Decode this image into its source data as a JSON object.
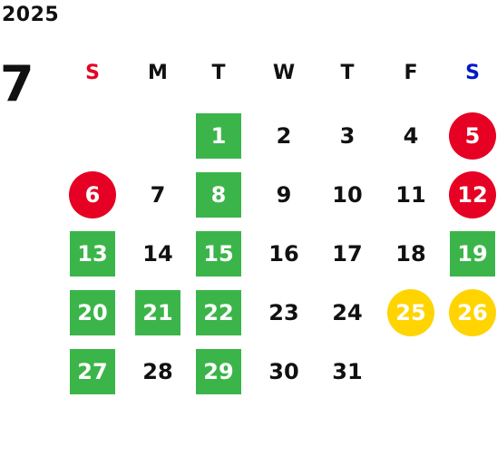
{
  "calendar": {
    "year": "2025",
    "month": "7",
    "weekdays": [
      {
        "label": "S",
        "color": "#e60023"
      },
      {
        "label": "M",
        "color": "#111111"
      },
      {
        "label": "T",
        "color": "#111111"
      },
      {
        "label": "W",
        "color": "#111111"
      },
      {
        "label": "T",
        "color": "#111111"
      },
      {
        "label": "F",
        "color": "#111111"
      },
      {
        "label": "S",
        "color": "#0018c8"
      }
    ],
    "colors": {
      "green": "#3bb54a",
      "red": "#e60023",
      "yellow": "#ffd400",
      "text": "#111111"
    },
    "days": [
      {
        "label": "1",
        "style": "green"
      },
      {
        "label": "2",
        "style": "none"
      },
      {
        "label": "3",
        "style": "none"
      },
      {
        "label": "4",
        "style": "none"
      },
      {
        "label": "5",
        "style": "red"
      },
      {
        "label": "6",
        "style": "red"
      },
      {
        "label": "7",
        "style": "none"
      },
      {
        "label": "8",
        "style": "green"
      },
      {
        "label": "9",
        "style": "none"
      },
      {
        "label": "10",
        "style": "none"
      },
      {
        "label": "11",
        "style": "none"
      },
      {
        "label": "12",
        "style": "red"
      },
      {
        "label": "13",
        "style": "green"
      },
      {
        "label": "14",
        "style": "none"
      },
      {
        "label": "15",
        "style": "green"
      },
      {
        "label": "16",
        "style": "none"
      },
      {
        "label": "17",
        "style": "none"
      },
      {
        "label": "18",
        "style": "none"
      },
      {
        "label": "19",
        "style": "green"
      },
      {
        "label": "20",
        "style": "green"
      },
      {
        "label": "21",
        "style": "green"
      },
      {
        "label": "22",
        "style": "green"
      },
      {
        "label": "23",
        "style": "none"
      },
      {
        "label": "24",
        "style": "none"
      },
      {
        "label": "25",
        "style": "yellow"
      },
      {
        "label": "26",
        "style": "yellow"
      },
      {
        "label": "27",
        "style": "green"
      },
      {
        "label": "28",
        "style": "none"
      },
      {
        "label": "29",
        "style": "green"
      },
      {
        "label": "30",
        "style": "none"
      },
      {
        "label": "31",
        "style": "none"
      }
    ]
  }
}
